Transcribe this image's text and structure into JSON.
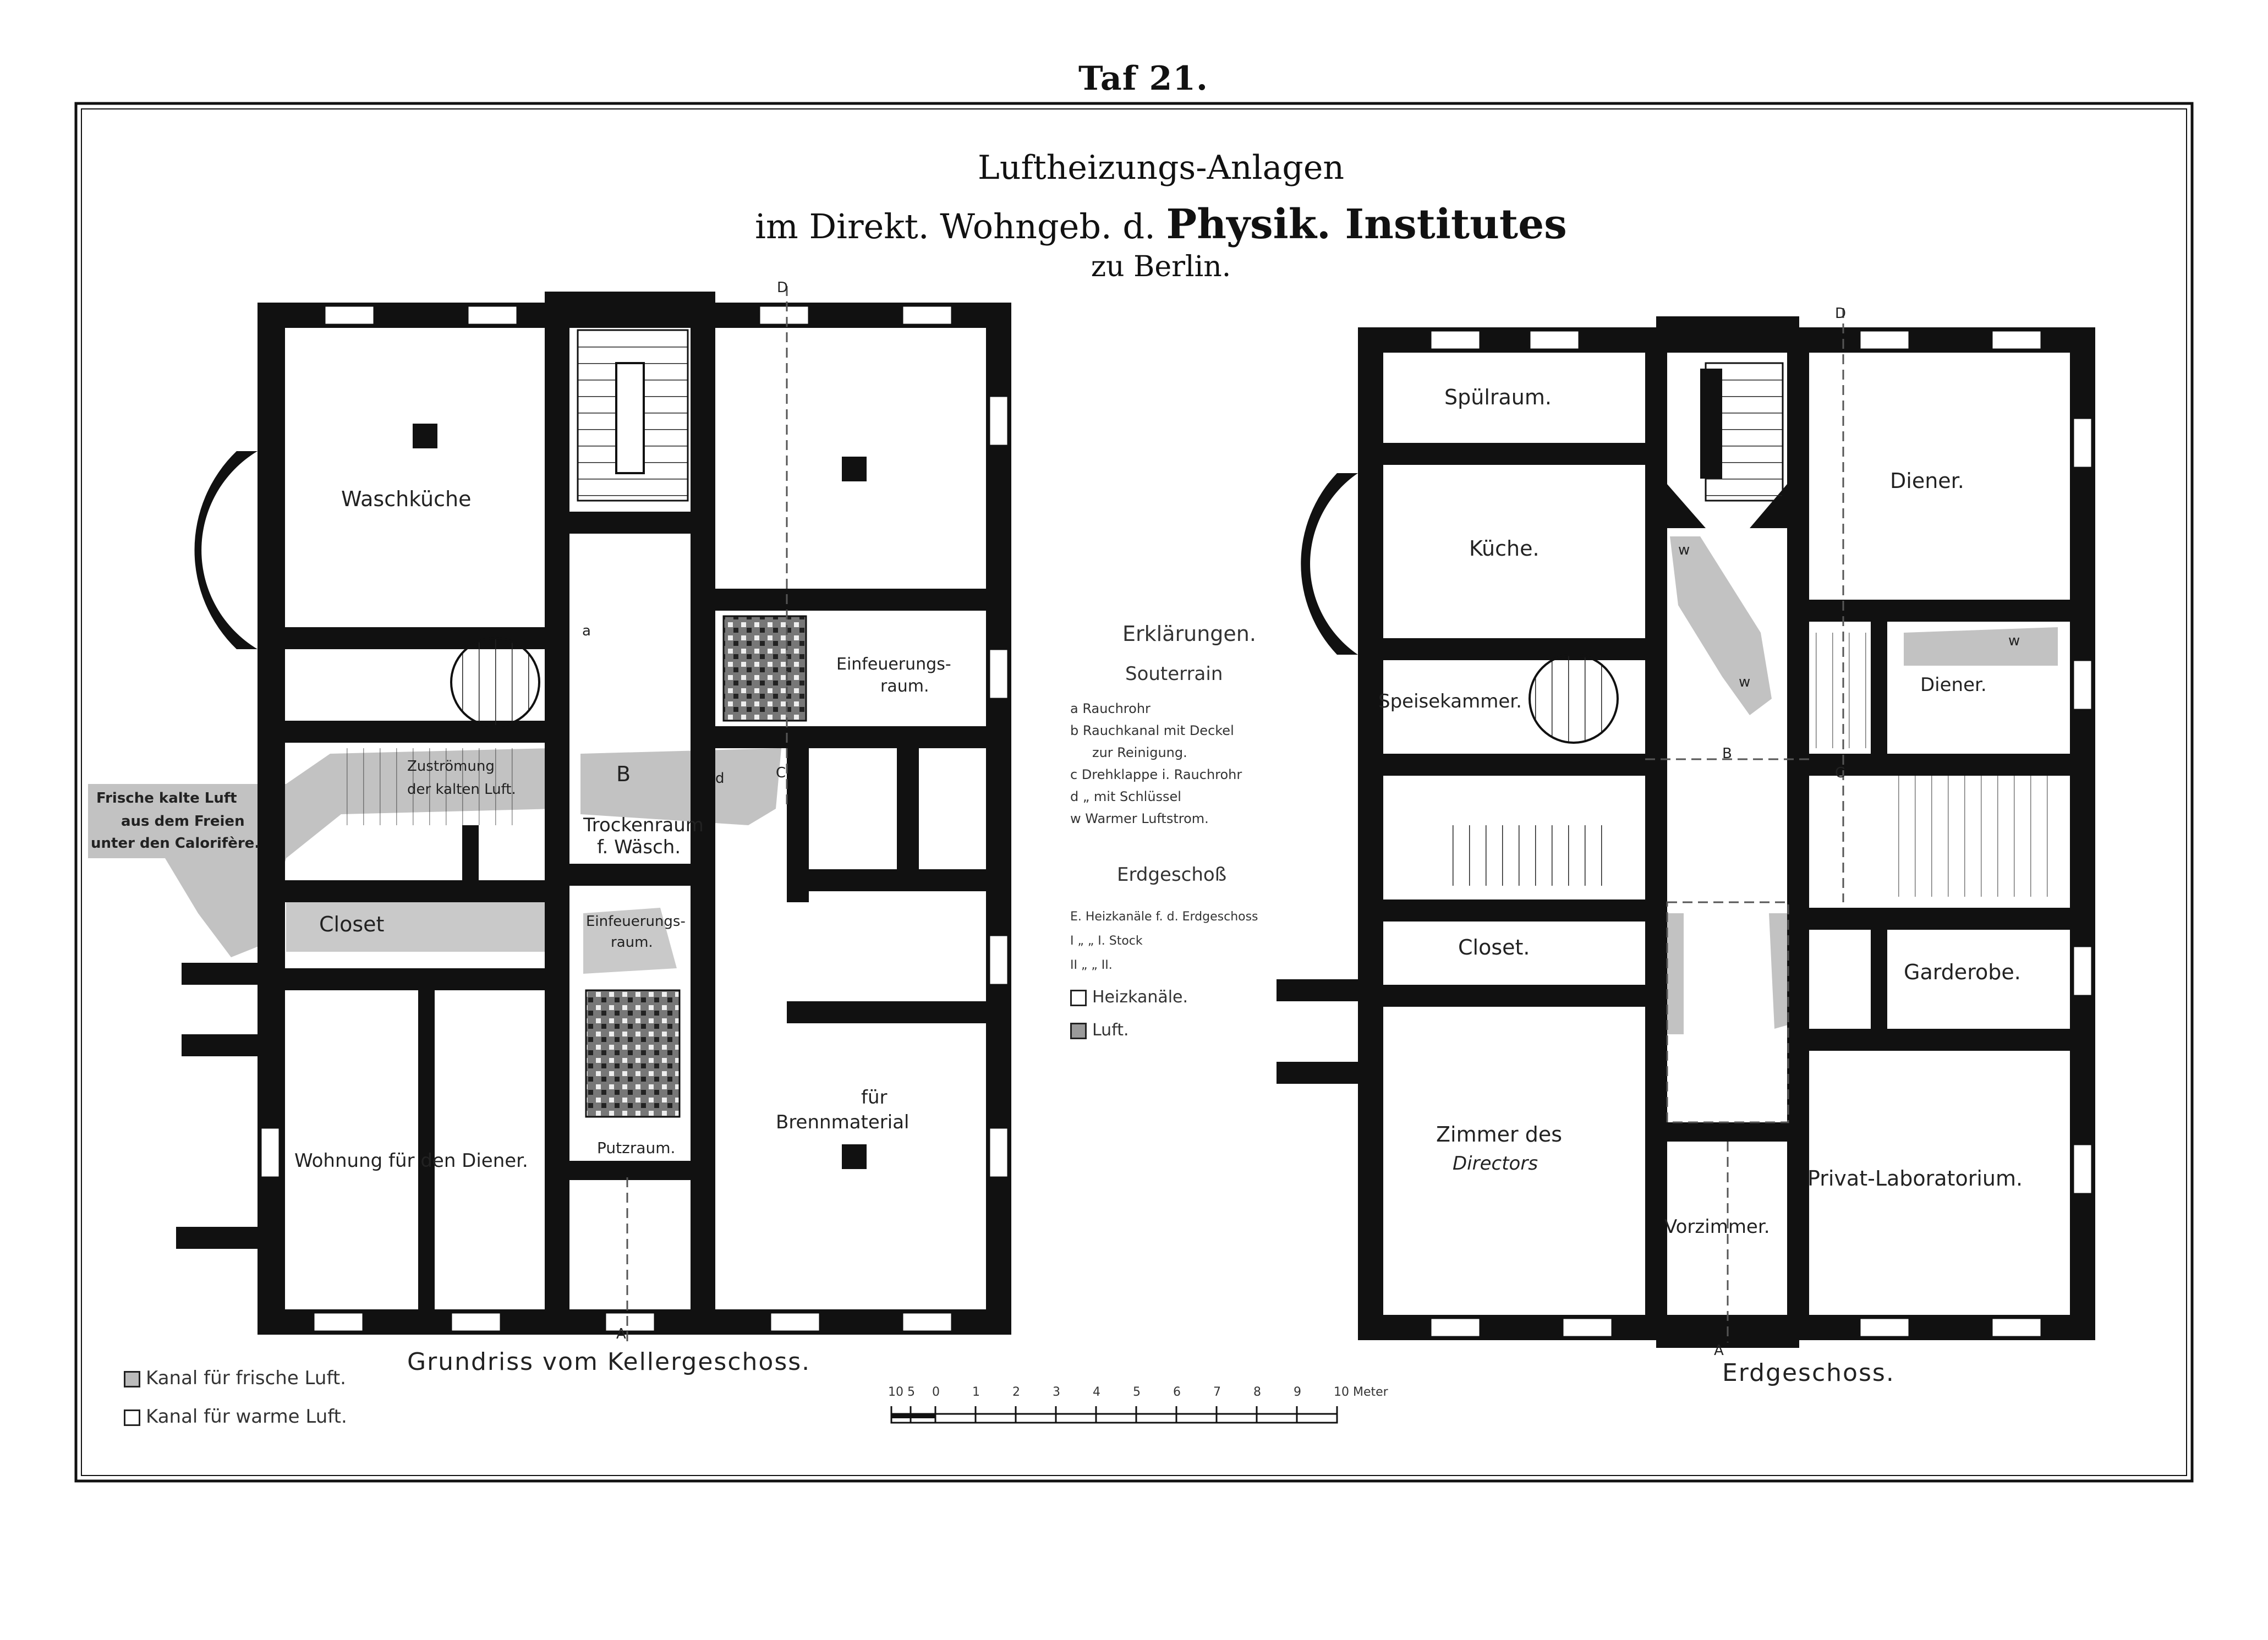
{
  "plate": {
    "number": "Taf 21.",
    "title_line1": "Luftheizungs-Anlagen",
    "title_line2_prefix": "im Direkt. Wohngeb. d.",
    "title_line2_emph": "Physik. Institutes",
    "title_line3": "zu Berlin."
  },
  "basement": {
    "caption": "Grundriss vom Kellergeschoss.",
    "rooms": {
      "waschkueche": "Waschküche",
      "zustroemung_1": "Zuströmung",
      "zustroemung_2": "der kalten Luft.",
      "trockenraum_1": "Trockenraum",
      "trockenraum_2": "f. Wäsch.",
      "closet": "Closet",
      "einfeuerung_top_1": "Einfeuerungs-",
      "einfeuerung_top_2": "raum.",
      "einfeuerung_mid_1": "Einfeuerungs-",
      "einfeuerung_mid_2": "raum.",
      "wohnung": "Wohnung für den Diener.",
      "putzraum": "Putzraum.",
      "brennmaterial_1": "für",
      "brennmaterial_2": "Brennmaterial"
    },
    "fresh_air_1": "Frische kalte Luft",
    "fresh_air_2": "aus dem Freien",
    "fresh_air_3": "unter den Calorifère.",
    "marks": {
      "a": "a",
      "b": "b",
      "c": "c",
      "d": "d",
      "B": "B",
      "C": "C",
      "D": "D",
      "A": "A"
    }
  },
  "ground": {
    "caption": "Erdgeschoss.",
    "rooms": {
      "spuelraum": "Spülraum.",
      "kueche": "Küche.",
      "speisekammer": "Speisekammer.",
      "diener_top": "Diener.",
      "diener_mid": "Diener.",
      "closet": "Closet.",
      "garderobe": "Garderobe.",
      "zimmer_1": "Zimmer des",
      "zimmer_2": "Directors",
      "vorzimmer": "Vorzimmer.",
      "privat_lab": "Privat-Laboratorium."
    },
    "marks": {
      "w": "w",
      "B": "B",
      "C": "C",
      "D": "D",
      "A": "A"
    }
  },
  "legend": {
    "heading": "Erklärungen.",
    "souterrain_heading": "Souterrain",
    "souterrain_items": [
      "a Rauchrohr",
      "b Rauchkanal mit Deckel",
      "zur Reinigung.",
      "c Drehklappe i. Rauchrohr",
      "d      „      mit Schlüssel",
      "w Warmer Luftstrom."
    ],
    "erdgeschoss_heading": "Erdgeschoß",
    "erdgeschoss_items": [
      "E. Heizkanäle f. d. Erdgeschoss",
      "I      „      „ I. Stock",
      "II     „      „ II."
    ],
    "heizkanaele": "Heizkanäle.",
    "luft": "Luft."
  },
  "key": {
    "frische": "Kanal für frische Luft.",
    "warme": "Kanal für warme Luft."
  },
  "scale": {
    "ticks": [
      "10",
      "5",
      "0",
      "1",
      "2",
      "3",
      "4",
      "5",
      "6",
      "7",
      "8",
      "9",
      "10 Meter"
    ]
  },
  "colors": {
    "wall": "#111111",
    "air": "#bdbdbd",
    "paper": "#ffffff"
  }
}
